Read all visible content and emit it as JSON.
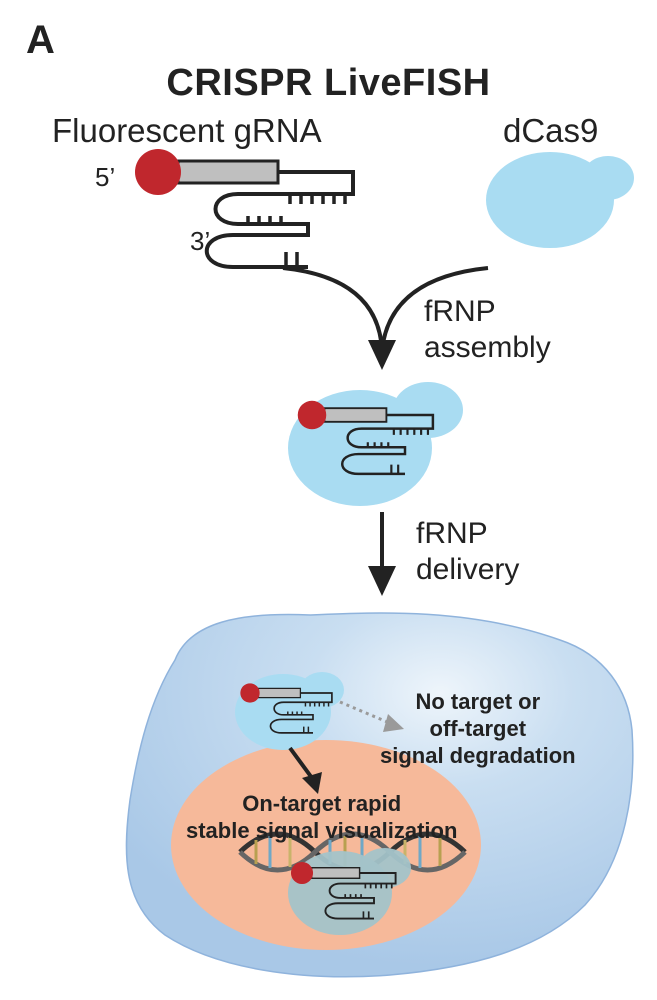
{
  "panel_letter": "A",
  "title": "CRISPR LiveFISH",
  "labels": {
    "grna": "Fluorescent gRNA",
    "dcas9": "dCas9",
    "five_prime": "5’",
    "three_prime": "3’",
    "assembly_line1": "fRNP",
    "assembly_line2": "assembly",
    "delivery_line1": "fRNP",
    "delivery_line2": "delivery",
    "off_target_line1": "No target or",
    "off_target_line2": "off-target",
    "off_target_line3": "signal degradation",
    "on_target_line1": "On-target rapid",
    "on_target_line2": "stable signal visualization"
  },
  "colors": {
    "fluorophore": "#c0272d",
    "dcas9": "#a9dcf2",
    "cell": "#b5d4ef",
    "nucleus": "#f6b99a",
    "grna_bar": "#bfbfbf",
    "ink": "#222222",
    "off_target_arrow": "#9a9a9a"
  },
  "icons": [
    "fluorophore-icon",
    "grna-icon",
    "dcas9-icon",
    "rnp-icon",
    "dna-helix-icon",
    "cell-icon",
    "nucleus-icon"
  ]
}
